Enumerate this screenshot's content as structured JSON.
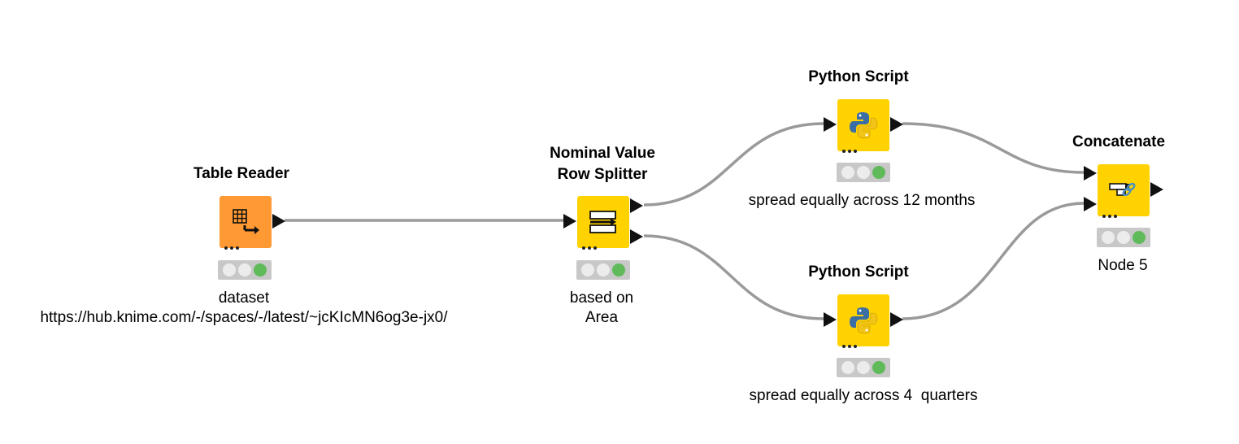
{
  "colors": {
    "source_node": "#ff9933",
    "manipulator_node": "#ffd200",
    "connection": "#9a9a9a",
    "status_ok": "#5fba5a"
  },
  "nodes": {
    "table_reader": {
      "title": "Table Reader",
      "label": "dataset\nhttps://hub.knime.com/-/spaces/-/latest/~jcKIcMN6og3e-jx0/",
      "icon": "table-reader-icon"
    },
    "row_splitter": {
      "title": "Nominal Value\nRow Splitter",
      "label": "based on\nArea",
      "icon": "row-splitter-icon"
    },
    "python_script_1": {
      "title": "Python Script",
      "label": "spread equally across 12 months",
      "icon": "python-icon"
    },
    "python_script_2": {
      "title": "Python Script",
      "label": "spread equally across 4  quarters",
      "icon": "python-icon"
    },
    "concatenate": {
      "title": "Concatenate",
      "label": "Node 5",
      "icon": "concatenate-icon"
    }
  }
}
